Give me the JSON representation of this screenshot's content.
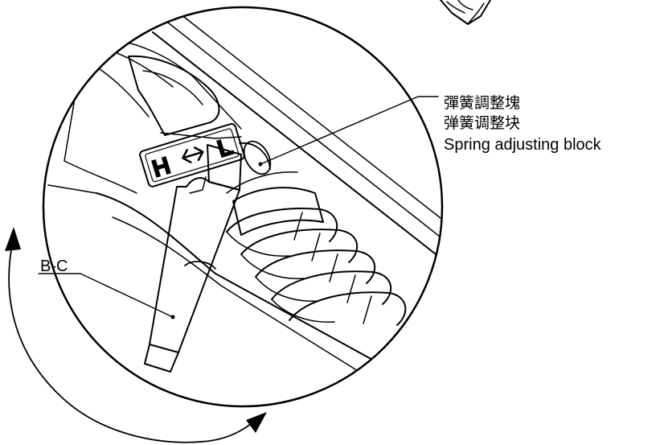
{
  "callouts": {
    "spring_block": {
      "line1": "彈簧調整塊",
      "line2": "弹簧调整块",
      "line3": "Spring adjusting block"
    },
    "tool": "B-C"
  },
  "switch": {
    "left_letter": "H",
    "right_letter": "L"
  }
}
